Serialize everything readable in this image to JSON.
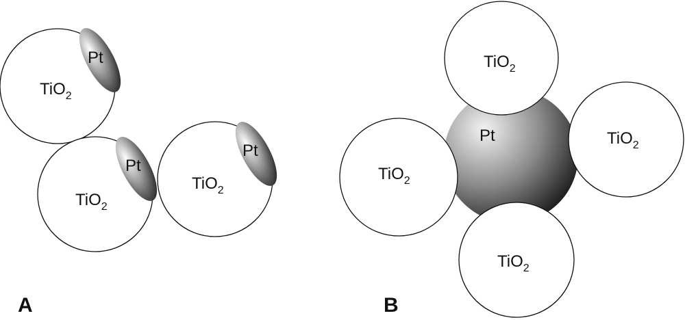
{
  "panels": {
    "a": {
      "label": "A",
      "particles": [
        {
          "support": "TiO",
          "support_sub": "2",
          "metal": "Pt"
        },
        {
          "support": "TiO",
          "support_sub": "2",
          "metal": "Pt"
        },
        {
          "support": "TiO",
          "support_sub": "2",
          "metal": "Pt"
        }
      ]
    },
    "b": {
      "label": "B",
      "core": "Pt",
      "supports": [
        {
          "support": "TiO",
          "support_sub": "2"
        },
        {
          "support": "TiO",
          "support_sub": "2"
        },
        {
          "support": "TiO",
          "support_sub": "2"
        },
        {
          "support": "TiO",
          "support_sub": "2"
        }
      ]
    }
  }
}
